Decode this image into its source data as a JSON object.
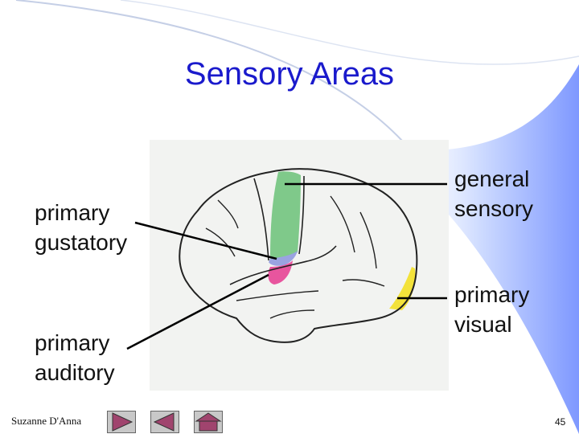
{
  "slide": {
    "title": "Sensory Areas",
    "author": "Suzanne D'Anna",
    "page_number": "45"
  },
  "labels": {
    "gustatory": [
      "primary",
      "gustatory"
    ],
    "auditory": [
      "primary",
      "auditory"
    ],
    "general_sensory": [
      "general",
      "sensory"
    ],
    "visual": [
      "primary",
      "visual"
    ]
  },
  "colors": {
    "title": "#1a1acc",
    "general_sensory_area": "#7fc98a",
    "gustatory_area": "#9aa3e0",
    "auditory_area": "#e8559e",
    "visual_area": "#f3e23a",
    "figure_background": "#f2f3f1",
    "nav_button": "#a0446e"
  },
  "nav": {
    "next": "triangle-right-icon",
    "previous": "triangle-left-icon",
    "home": "home-icon"
  }
}
